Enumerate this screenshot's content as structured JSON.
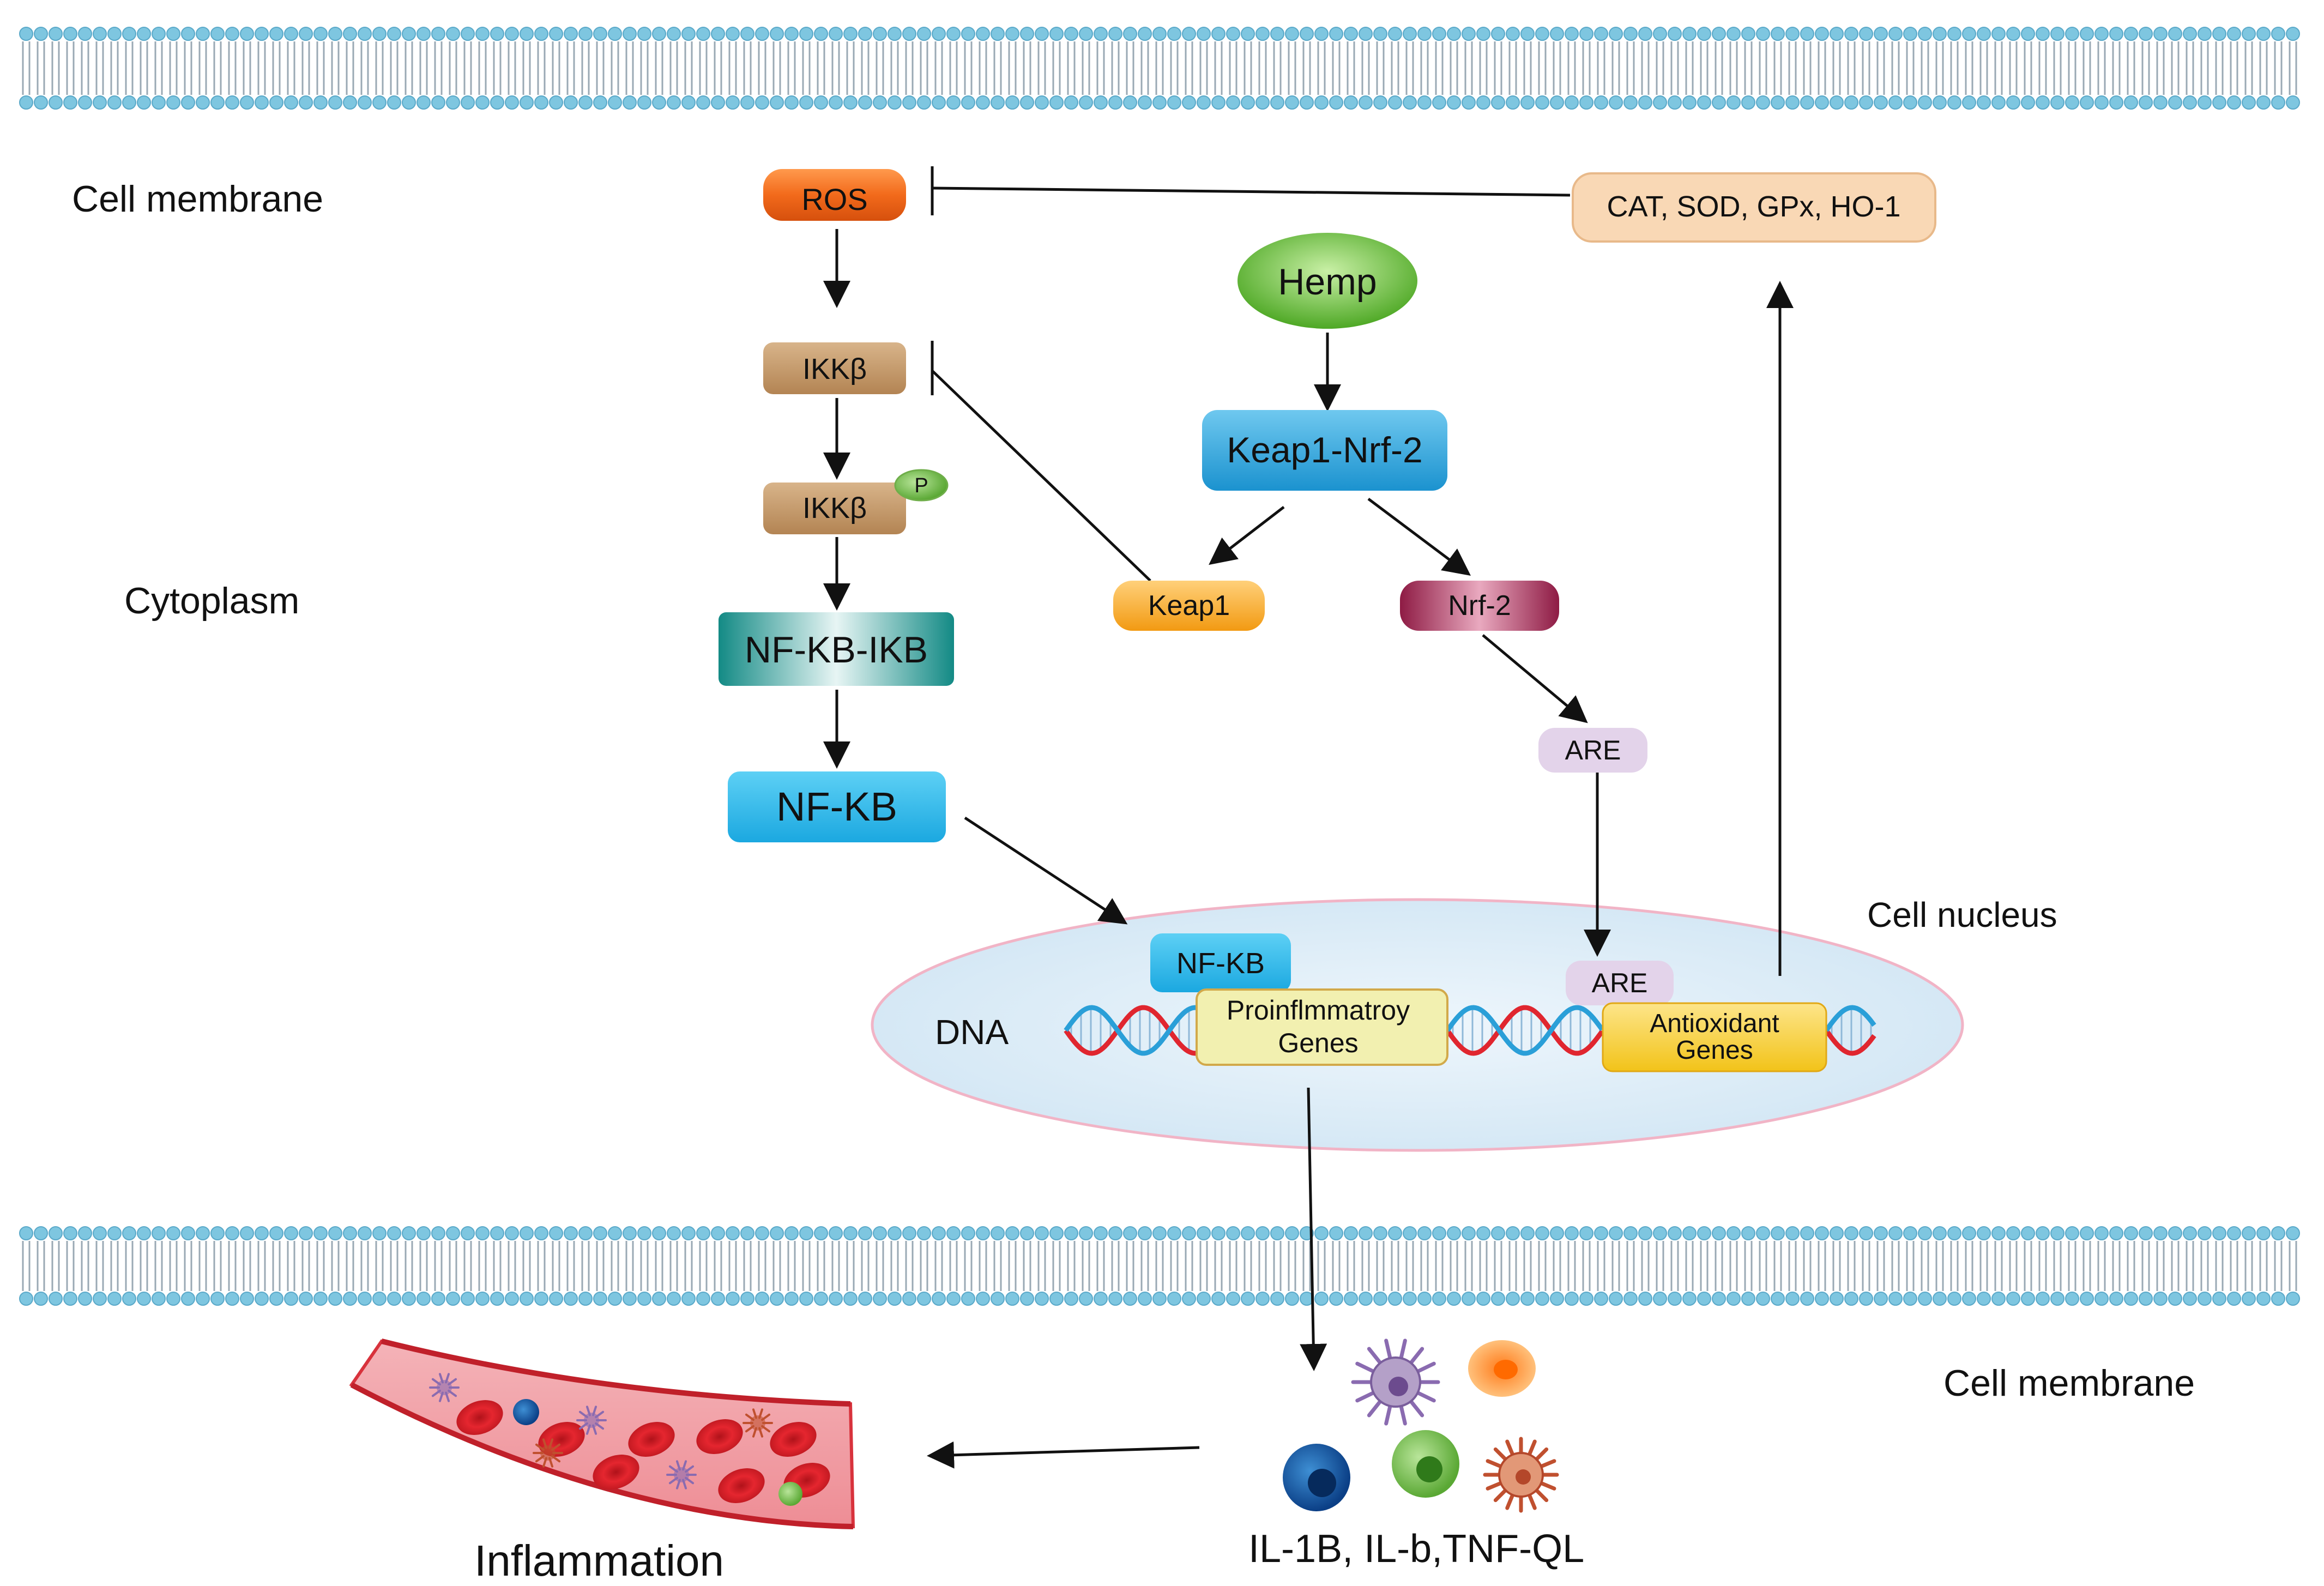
{
  "regions": {
    "cell_membrane_top": "Cell membrane",
    "cytoplasm": "Cytoplasm",
    "cell_nucleus": "Cell nucleus",
    "dna": "DNA",
    "cell_membrane_bottom": "Cell membrane"
  },
  "nodes": {
    "ros": "ROS",
    "ikkb": "IKKβ",
    "ikkb_p": "IKKβ",
    "phospho": "P",
    "nfkb_ikb": "NF-KB-IKB",
    "nfkb": "NF-KB",
    "hemp": "Hemp",
    "keap1_nrf2": "Keap1-Nrf-2",
    "keap1": "Keap1",
    "nrf2": "Nrf-2",
    "are": "ARE",
    "enzymes": "CAT, SOD, GPx, HO-1",
    "nfkb_nuclear": "NF-KB",
    "are_nuclear": "ARE",
    "proinflammatory_line1": "Proinflmmatroy",
    "proinflammatory_line2": "Genes",
    "antioxidant_line1": "Antioxidant",
    "antioxidant_line2": "Genes"
  },
  "outputs": {
    "cytokines": "IL-1B, IL-b,TNF-QL",
    "inflammation": "Inflammation"
  },
  "colors": {
    "membrane_head": "#7ec6e0",
    "membrane_tail": "#9aa9b4",
    "ros": "#f26a1b",
    "ikkb": "#c49a6c",
    "nfkb_ikb": "#1e9e98",
    "nfkb": "#29b6e8",
    "hemp": "#5ab52c",
    "keap1_nrf2": "#2aa6dc",
    "keap1": "#f5a623",
    "nrf2": "#a5264f",
    "are": "#e3d3ea",
    "enzymes": "#f9d8b5",
    "proinflammatory": "#f2f0b0",
    "antioxidant": "#f8d43a",
    "nucleus": "#dcebf7",
    "vessel": "#f09aa0"
  }
}
